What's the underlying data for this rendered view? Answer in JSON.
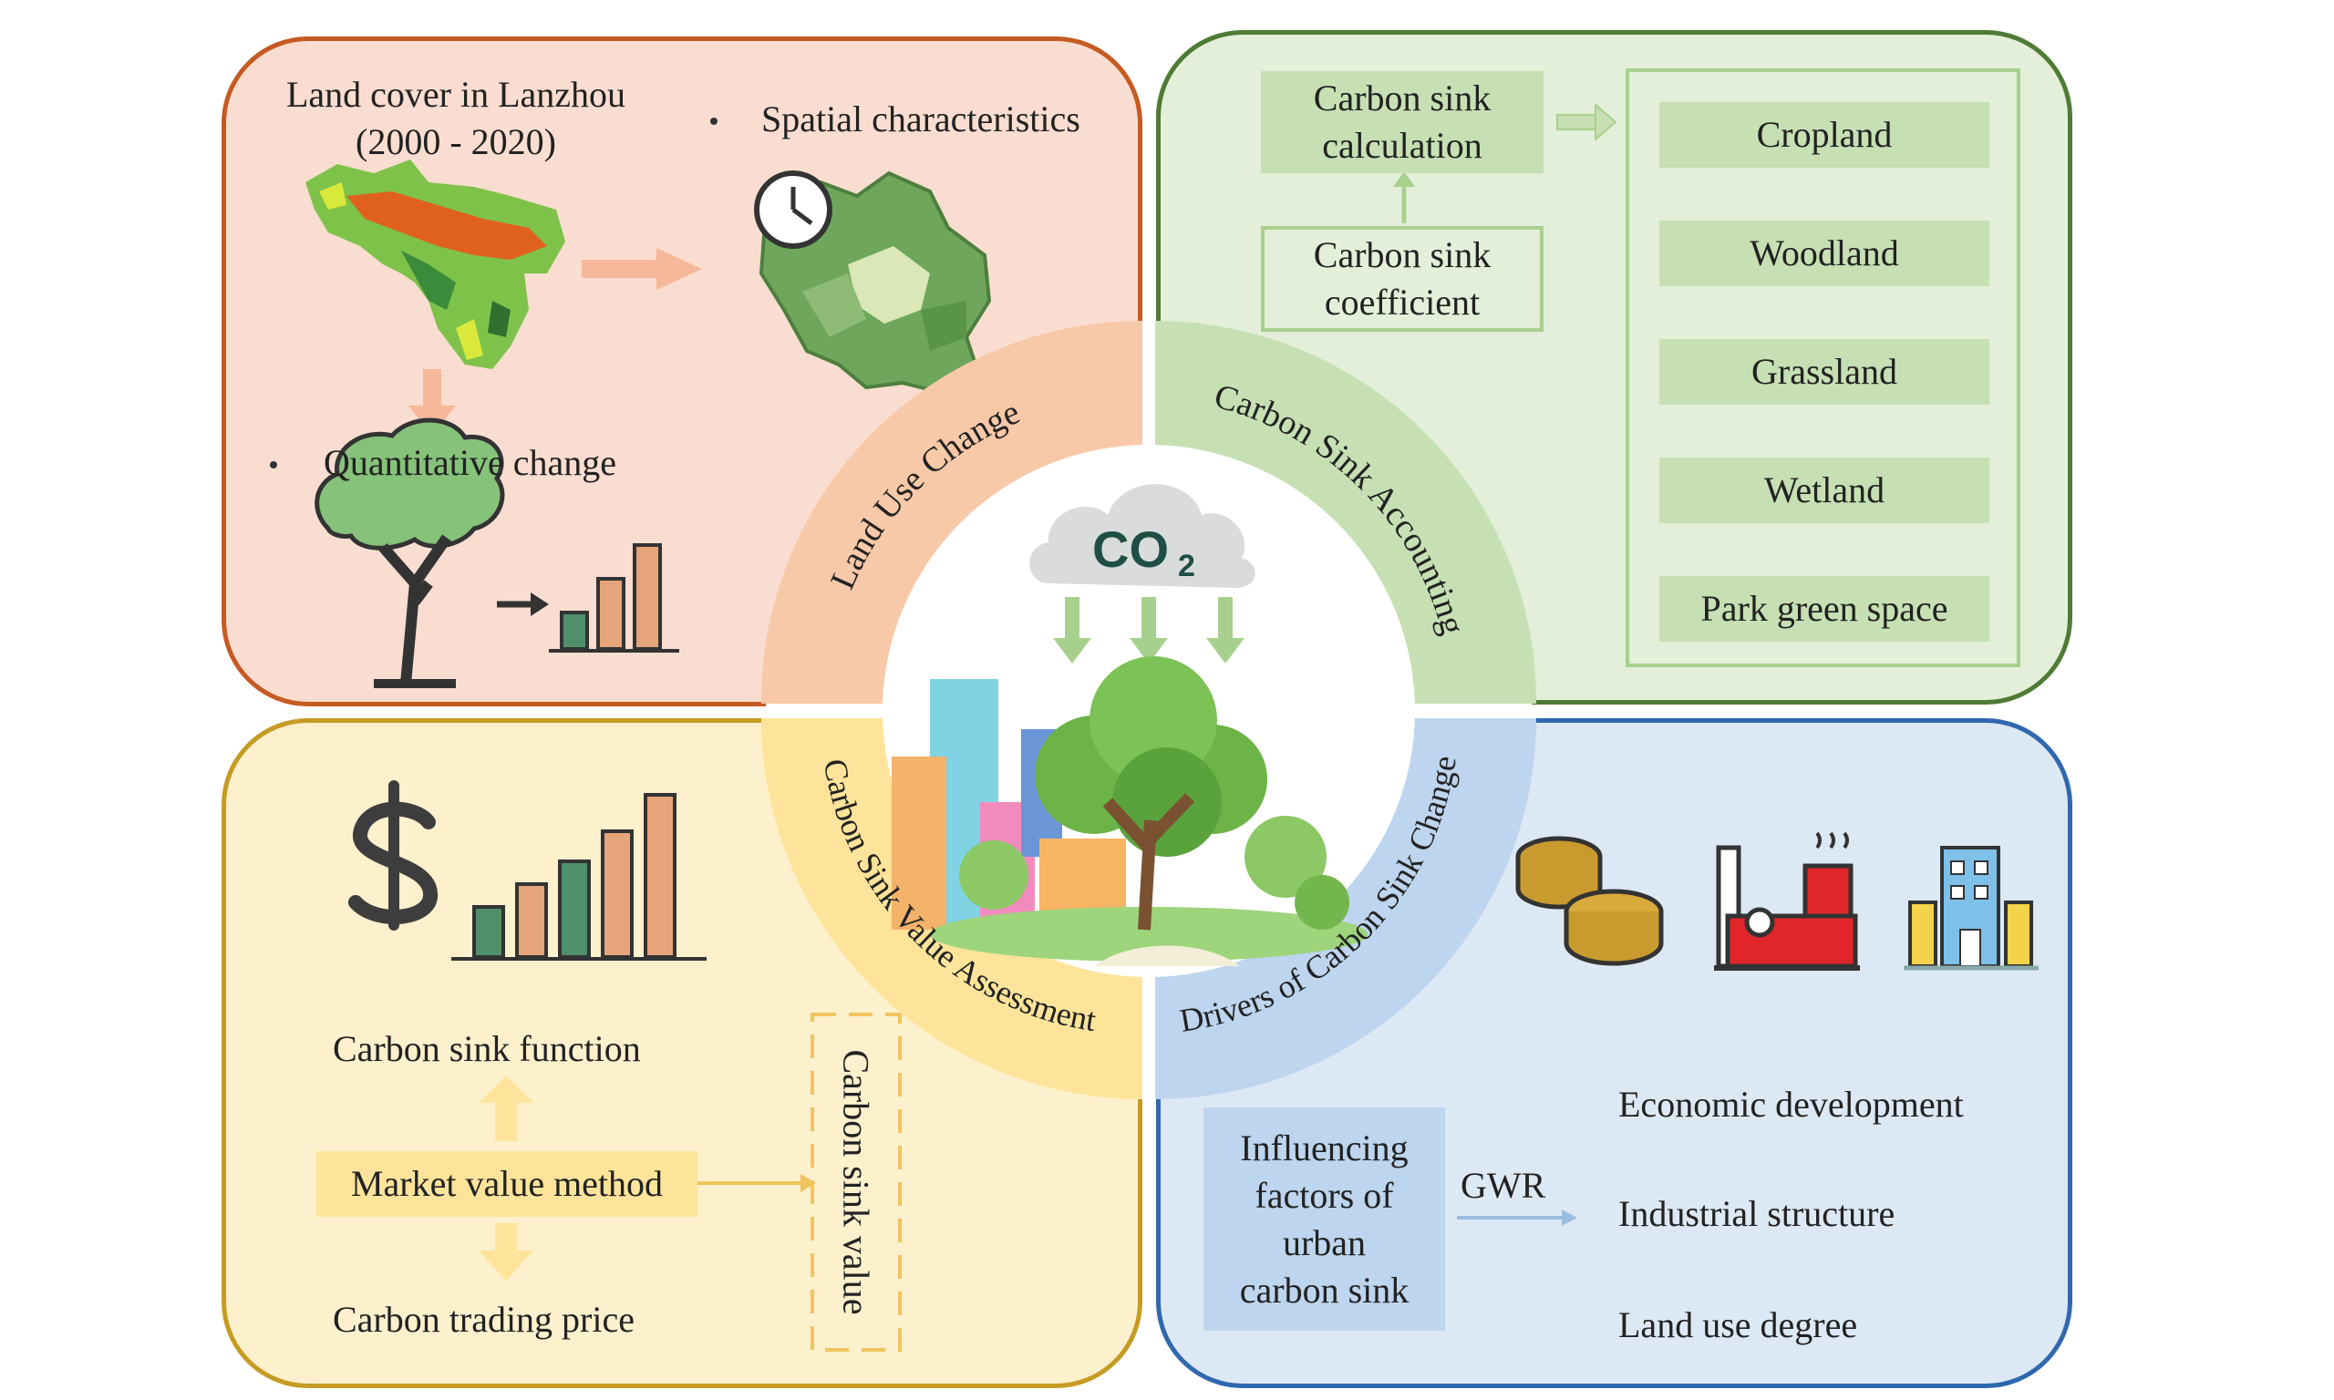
{
  "land_use": {
    "title_line1": "Land cover in Lanzhou",
    "title_line2": "(2000 - 2020)",
    "bullet1": "Spatial characteristics",
    "bullet2": "Quantitative change"
  },
  "carbon_accounting": {
    "calc_line1": "Carbon sink",
    "calc_line2": "calculation",
    "coef_line1": "Carbon sink",
    "coef_line2": "coefficient",
    "types": [
      "Cropland",
      "Woodland",
      "Grassland",
      "Wetland",
      "Park green space"
    ]
  },
  "value_assessment": {
    "function": "Carbon sink function",
    "method": "Market value method",
    "price": "Carbon trading price",
    "value": "Carbon sink value"
  },
  "drivers": {
    "factors_line1": "Influencing",
    "factors_line2": "factors of",
    "factors_line3": "urban",
    "factors_line4": "carbon sink",
    "method": "GWR",
    "items": [
      "Economic development",
      "Industrial structure",
      "Land use degree"
    ]
  },
  "ring": {
    "land_use_change": "Land Use Change",
    "carbon_sink_accounting": "Carbon Sink Accounting",
    "carbon_sink_value_assessment": "Carbon Sink Value Assessment",
    "drivers_of_carbon_sink_change": "Drivers of Carbon Sink Change"
  },
  "center": {
    "co2": "CO",
    "co2_sub": "2"
  },
  "colors": {
    "orange_border": "#c55a22",
    "orange_fill": "#f9ddd0",
    "green_border": "#4f7b34",
    "green_fill": "#e3efd9",
    "yellow_border": "#c69b22",
    "yellow_fill": "#fdf0cd",
    "blue_border": "#2f68ae",
    "blue_fill": "#dde8f5"
  },
  "icons": [
    "map-icon",
    "clock-icon",
    "district-map-icon",
    "tree-icon",
    "bar-chart-icon",
    "dollar-icon",
    "cloud-icon",
    "city-icon",
    "coins-icon",
    "factory-icon",
    "buildings-icon"
  ]
}
